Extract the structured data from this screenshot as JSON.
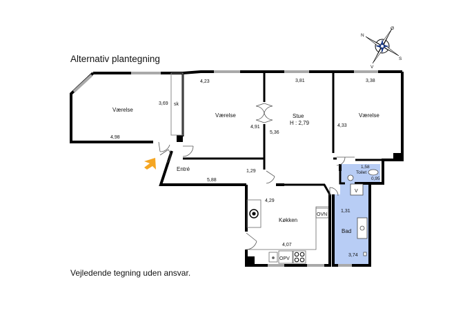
{
  "title": "Alternativ plantegning",
  "disclaimer": "Vejledende tegning uden ansvar.",
  "compass": {
    "n": "N",
    "o": "Ø",
    "s": "S",
    "v": "V"
  },
  "rooms": {
    "room_left": "Værelse",
    "room_middle": "Værelse",
    "stue_name": "Stue",
    "stue_height": "H : 2,79",
    "room_right": "Værelse",
    "entre": "Entré",
    "kokken": "Køkken",
    "bad": "Bad",
    "toilet": "Toilet"
  },
  "labels": {
    "sk": "sk",
    "ovn": "OVN",
    "opv": "OPV",
    "v": "V"
  },
  "dimensions": {
    "d_423": "4,23",
    "d_381": "3,81",
    "d_338": "3,38",
    "d_369": "3,69",
    "d_498": "4,98",
    "d_491": "4,91",
    "d_536": "5,36",
    "d_433": "4,33",
    "d_129": "1,29",
    "d_588": "5,88",
    "d_429": "4,29",
    "d_407": "4,07",
    "d_158": "1,58",
    "d_095": "0,95",
    "d_131": "1,31",
    "d_374": "3,74"
  },
  "colors": {
    "wall": "#000000",
    "window": "#a9a9a9",
    "bathroom": "#b8cdf5",
    "entrance_arrow": "#f5a623"
  }
}
